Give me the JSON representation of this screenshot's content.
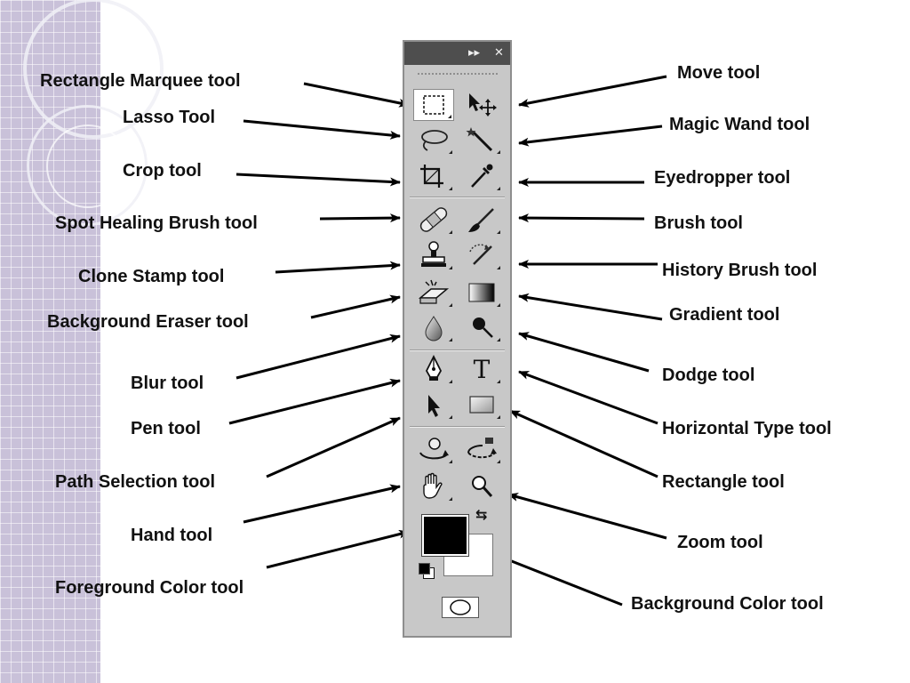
{
  "diagram": {
    "left_labels": [
      "Rectangle Marquee tool",
      "Lasso Tool",
      "Crop tool",
      "Spot Healing Brush tool",
      "Clone Stamp tool",
      "Background Eraser tool",
      "Blur tool",
      "Pen tool",
      "Path Selection tool",
      "Hand tool",
      "Foreground Color tool"
    ],
    "right_labels": [
      "Move tool",
      "Magic Wand tool",
      "Eyedropper tool",
      "Brush tool",
      "History Brush tool",
      "Gradient tool",
      "Dodge tool",
      "Horizontal Type tool",
      "Rectangle tool",
      "Zoom tool",
      "Background Color tool"
    ]
  },
  "toolbox": {
    "header_controls": {
      "collapse": "▸▸",
      "close": "✕"
    },
    "tools_left": [
      "rectangle-marquee-icon",
      "lasso-icon",
      "crop-icon",
      "spot-healing-brush-icon",
      "clone-stamp-icon",
      "background-eraser-icon",
      "blur-icon",
      "pen-icon",
      "path-selection-icon",
      "rotate-view-icon",
      "hand-icon"
    ],
    "tools_right": [
      "move-icon",
      "magic-wand-icon",
      "eyedropper-icon",
      "brush-icon",
      "history-brush-icon",
      "gradient-icon",
      "dodge-icon",
      "horizontal-type-icon",
      "rectangle-icon",
      "orbit-3d-icon",
      "zoom-icon"
    ],
    "type_glyph": "T",
    "swap_glyph": "⇆",
    "foreground_color": "#000000",
    "background_color": "#ffffff"
  }
}
